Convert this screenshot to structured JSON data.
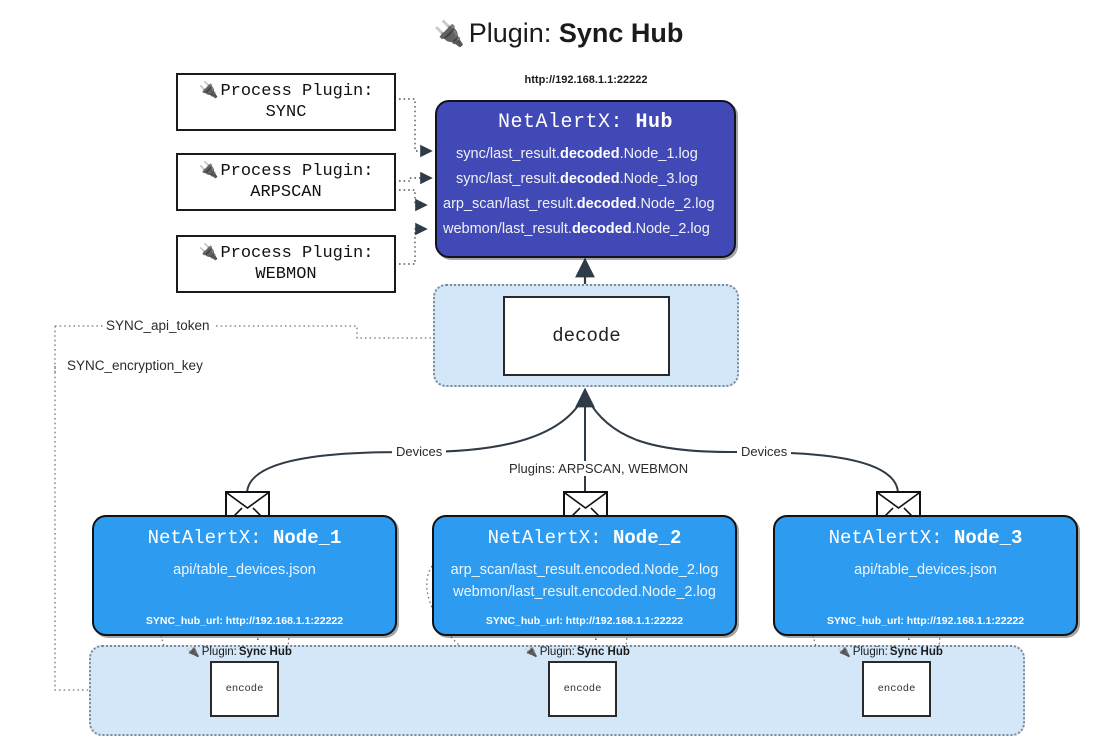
{
  "title": {
    "icon": "plug-icon",
    "prefix": "Plugin:",
    "name": "Sync Hub",
    "glyph": "🔌"
  },
  "process_plugins": [
    {
      "line1": "Process Plugin:",
      "line2": "SYNC",
      "icon": "plug-icon"
    },
    {
      "line1": "Process Plugin:",
      "line2": "ARPSCAN",
      "icon": "plug-icon"
    },
    {
      "line1": "Process Plugin:",
      "line2": "WEBMON",
      "icon": "plug-icon"
    }
  ],
  "hub": {
    "url": "http://192.168.1.1:22222",
    "title_prefix": "NetAlertX:",
    "title_name": "Hub",
    "logs": [
      {
        "pre": "sync/last_result.",
        "em": "decoded",
        "post": ".Node_1.log"
      },
      {
        "pre": "sync/last_result.",
        "em": "decoded",
        "post": ".Node_3.log"
      },
      {
        "pre": "arp_scan/last_result.",
        "em": "decoded",
        "post": ".Node_2.log"
      },
      {
        "pre": "webmon/last_result.",
        "em": "decoded",
        "post": ".Node_2.log"
      }
    ]
  },
  "decode": {
    "label": "decode"
  },
  "secrets": [
    {
      "label": "SYNC_api_token"
    },
    {
      "label": "SYNC_encryption_key"
    }
  ],
  "edge_labels": {
    "devices_left": "Devices",
    "devices_right": "Devices",
    "plugins_center": "Plugins: ARPSCAN, WEBMON"
  },
  "nodes": [
    {
      "title_prefix": "NetAlertX:",
      "title_name": "Node_1",
      "lines": [
        "api/table_devices.json"
      ],
      "footer": "SYNC_hub_url: http://192.168.1.1:22222",
      "envelope_icon": "envelope-icon"
    },
    {
      "title_prefix": "NetAlertX:",
      "title_name": "Node_2",
      "lines": [
        "arp_scan/last_result.encoded.Node_2.log",
        "webmon/last_result.encoded.Node_2.log"
      ],
      "footer": "SYNC_hub_url: http://192.168.1.1:22222",
      "envelope_icon": "envelope-icon"
    },
    {
      "title_prefix": "NetAlertX:",
      "title_name": "Node_3",
      "lines": [
        "api/table_devices.json"
      ],
      "footer": "SYNC_hub_url: http://192.168.1.1:22222",
      "envelope_icon": "envelope-icon"
    }
  ],
  "encode_band": {
    "items": [
      {
        "tag_prefix": "Plugin:",
        "tag_name": "Sync Hub",
        "box_label": "encode",
        "icon": "plug-icon"
      },
      {
        "tag_prefix": "Plugin:",
        "tag_name": "Sync Hub",
        "box_label": "encode",
        "icon": "plug-icon"
      },
      {
        "tag_prefix": "Plugin:",
        "tag_name": "Sync Hub",
        "box_label": "encode",
        "icon": "plug-icon"
      }
    ]
  },
  "colors": {
    "hub_fill": "#4049b5",
    "node_fill": "#2d9bf0",
    "band_fill": "#d4e7f9",
    "stroke": "#111111",
    "dotted": "#7d8b99"
  }
}
